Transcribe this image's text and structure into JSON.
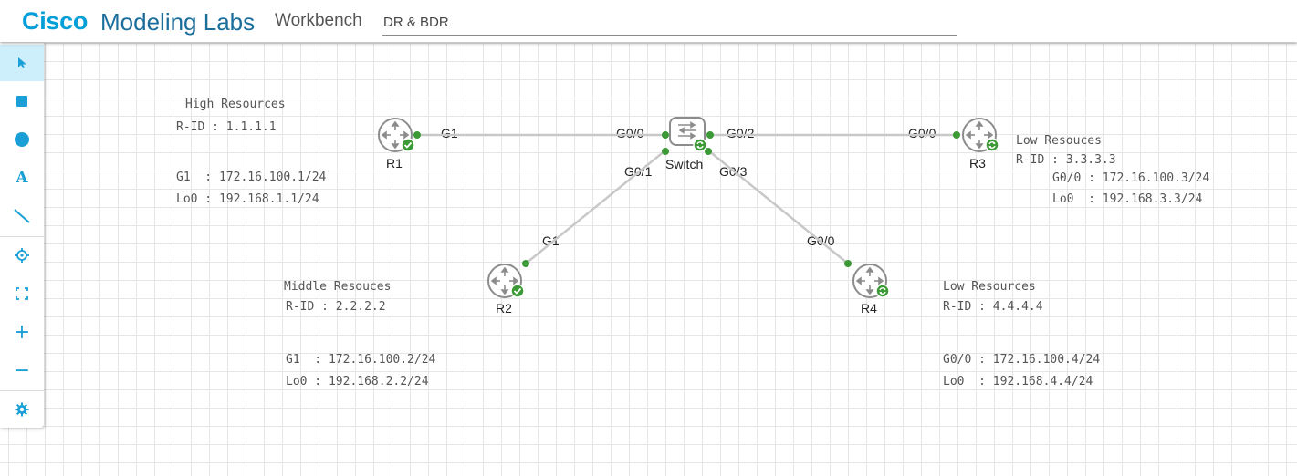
{
  "header": {
    "brand_bold": "Cisco",
    "brand_rest": "Modeling Labs",
    "section": "Workbench",
    "lab_name": "DR & BDR"
  },
  "toolbar": {
    "tools": [
      {
        "icon": "pointer-arrow-icon",
        "active": true
      },
      {
        "icon": "rectangle-icon"
      },
      {
        "icon": "ellipse-icon"
      },
      {
        "icon": "text-icon",
        "glyph": "A"
      },
      {
        "icon": "line-icon"
      },
      {
        "icon": "crosshair-icon"
      },
      {
        "icon": "fit-to-screen-icon"
      },
      {
        "icon": "zoom-in-icon",
        "glyph": "+"
      },
      {
        "icon": "zoom-out-icon",
        "glyph": "−"
      },
      {
        "icon": "gear-icon"
      }
    ]
  },
  "colors": {
    "accent": "#049fd9",
    "brand_text": "#1b6e9c",
    "link_up": "#3c9a36",
    "link_line": "#c8c8c8",
    "node_gray": "#8c8c8c",
    "toolbar_icon": "#1a9fd6"
  },
  "nodes": {
    "r1": {
      "label": "R1",
      "status": "booted-checkmark"
    },
    "r2": {
      "label": "R2",
      "status": "booted-checkmark"
    },
    "r3": {
      "label": "R3",
      "status": "restarting"
    },
    "r4": {
      "label": "R4",
      "status": "restarting"
    },
    "switch": {
      "label": "Switch",
      "status": "restarting"
    }
  },
  "interfaces": {
    "r1_g1": "G1",
    "sw_g00": "G0/0",
    "sw_g02": "G0/2",
    "r3_g00": "G0/0",
    "sw_g01": "G0/1",
    "sw_g03": "G0/3",
    "r2_g1": "G1",
    "r4_g00": "G0/0"
  },
  "annotations": {
    "r1": {
      "title": "High Resources",
      "rid": "R-ID : 1.1.1.1",
      "if1": "G1  : 172.16.100.1/24",
      "if2": "Lo0 : 192.168.1.1/24"
    },
    "r2": {
      "title": "Middle Resouces",
      "rid": "R-ID : 2.2.2.2",
      "if1": "G1  : 172.16.100.2/24",
      "if2": "Lo0 : 192.168.2.2/24"
    },
    "r3": {
      "title": "Low Resouces",
      "rid": "R-ID : 3.3.3.3",
      "if1": "G0/0 : 172.16.100.3/24",
      "if2": "Lo0  : 192.168.3.3/24"
    },
    "r4": {
      "title": "Low Resources",
      "rid": "R-ID : 4.4.4.4",
      "if1": "G0/0 : 172.16.100.4/24",
      "if2": "Lo0  : 192.168.4.4/24"
    }
  }
}
